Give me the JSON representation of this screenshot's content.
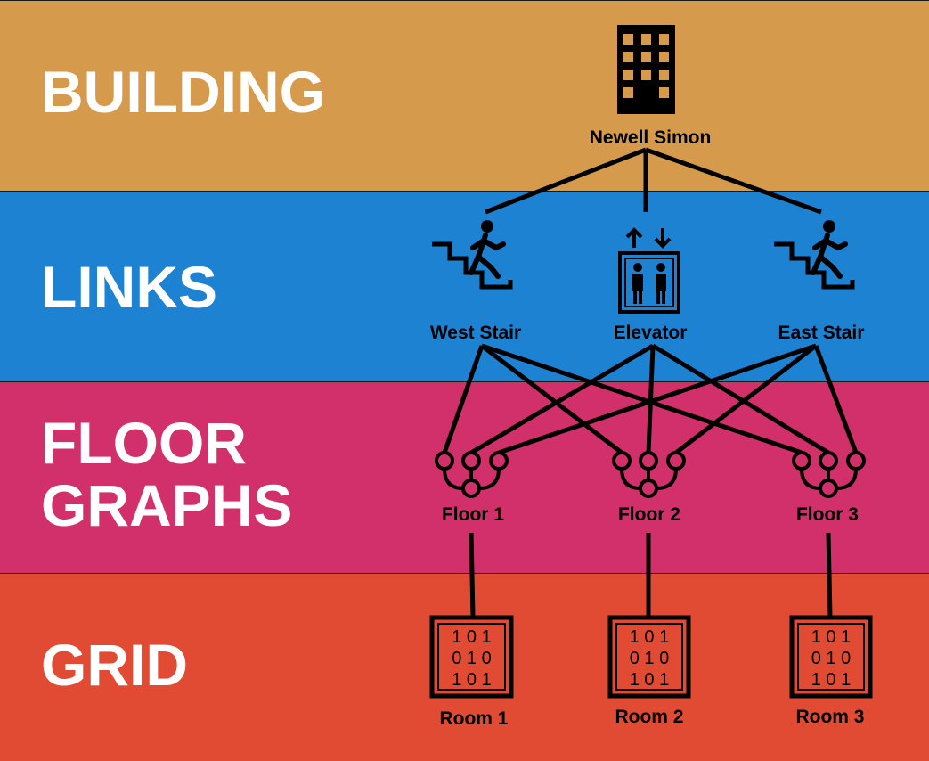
{
  "layers": [
    {
      "id": "building",
      "label": "BUILDING",
      "color": "#D59A4C"
    },
    {
      "id": "links",
      "label": "LINKS",
      "color": "#1E82D2"
    },
    {
      "id": "floor_graphs",
      "label": "FLOOR\nGRAPHS",
      "color": "#D1306A"
    },
    {
      "id": "grid",
      "label": "GRID",
      "color": "#E14B33"
    }
  ],
  "building": {
    "label": "Newell Simon",
    "icon": "building-icon"
  },
  "links": [
    {
      "label": "West Stair",
      "icon": "stair-runner-icon"
    },
    {
      "label": "Elevator",
      "icon": "elevator-icon"
    },
    {
      "label": "East Stair",
      "icon": "stair-runner-icon"
    }
  ],
  "floors": [
    {
      "label": "Floor 1",
      "icon": "graph-nodes-icon"
    },
    {
      "label": "Floor 2",
      "icon": "graph-nodes-icon"
    },
    {
      "label": "Floor 3",
      "icon": "graph-nodes-icon"
    }
  ],
  "rooms": [
    {
      "label": "Room 1",
      "icon": "binary-grid-icon"
    },
    {
      "label": "Room 2",
      "icon": "binary-grid-icon"
    },
    {
      "label": "Room 3",
      "icon": "binary-grid-icon"
    }
  ],
  "grid_bits": [
    "1 0 1",
    "0 1 0",
    "1 0 1"
  ],
  "edges": {
    "building_to_links": [
      [
        0,
        0
      ],
      [
        0,
        1
      ],
      [
        0,
        2
      ]
    ],
    "links_to_floors": [
      [
        0,
        0
      ],
      [
        0,
        1
      ],
      [
        0,
        2
      ],
      [
        1,
        0
      ],
      [
        1,
        1
      ],
      [
        1,
        2
      ],
      [
        2,
        0
      ],
      [
        2,
        1
      ],
      [
        2,
        2
      ]
    ],
    "floors_to_rooms": [
      [
        0,
        0
      ],
      [
        1,
        1
      ],
      [
        2,
        2
      ]
    ]
  }
}
